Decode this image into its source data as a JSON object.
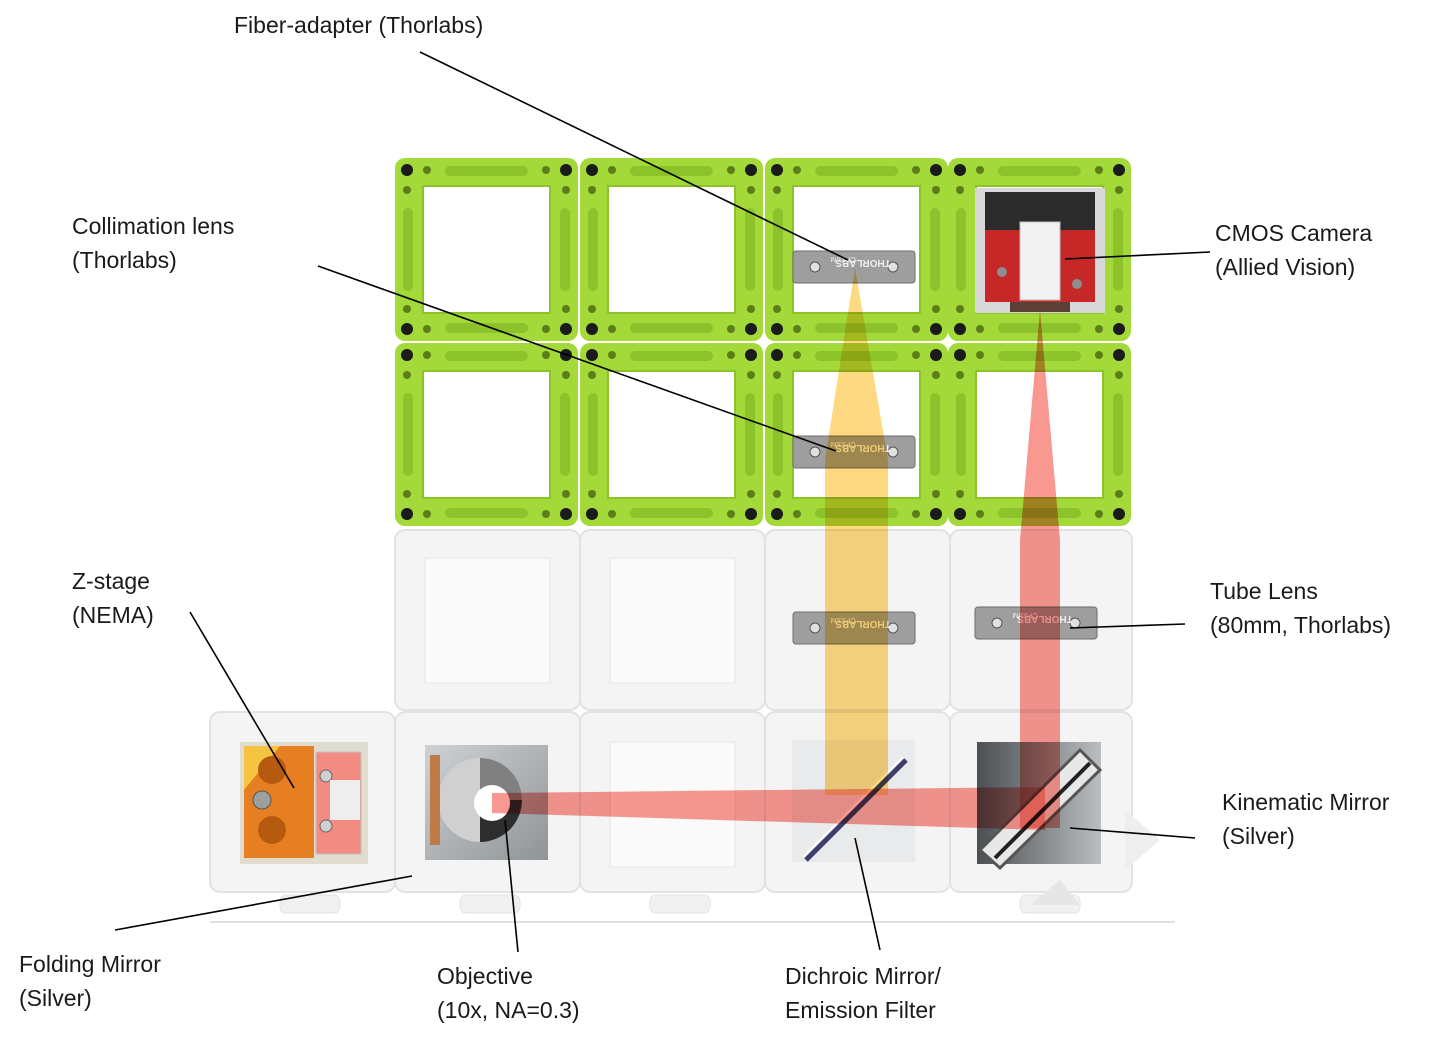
{
  "labels": {
    "fiber_adapter": {
      "line1": "Fiber-adapter (Thorlabs)"
    },
    "collimation_lens": {
      "line1": "Collimation lens",
      "line2": "(Thorlabs)"
    },
    "cmos_camera": {
      "line1": "CMOS Camera",
      "line2": "(Allied Vision)"
    },
    "z_stage": {
      "line1": "Z-stage",
      "line2": "(NEMA)"
    },
    "tube_lens": {
      "line1": "Tube Lens",
      "line2": "(80mm, Thorlabs)"
    },
    "kinematic_mirror": {
      "line1": "Kinematic Mirror",
      "line2": "(Silver)"
    },
    "folding_mirror": {
      "line1": "Folding Mirror",
      "line2": "(Silver)"
    },
    "objective": {
      "line1": "Objective",
      "line2": "(10x, NA=0.3)"
    },
    "dichroic_mirror": {
      "line1": "Dichroic Mirror/",
      "line2": "Emission Filter"
    }
  },
  "lens_mount_text": {
    "brand": "THORLABS",
    "model": "CP33/M"
  },
  "colors": {
    "cube_green": "#a4d93a",
    "cube_green_dark": "#8cc22a",
    "cube_white": "#f2f2f2",
    "excitation_beam": "#fbc02d",
    "emission_beam": "#f44336",
    "camera_red": "#c62828",
    "zstage_orange": "#e67e22",
    "lens_grey": "#9e9e9e"
  }
}
